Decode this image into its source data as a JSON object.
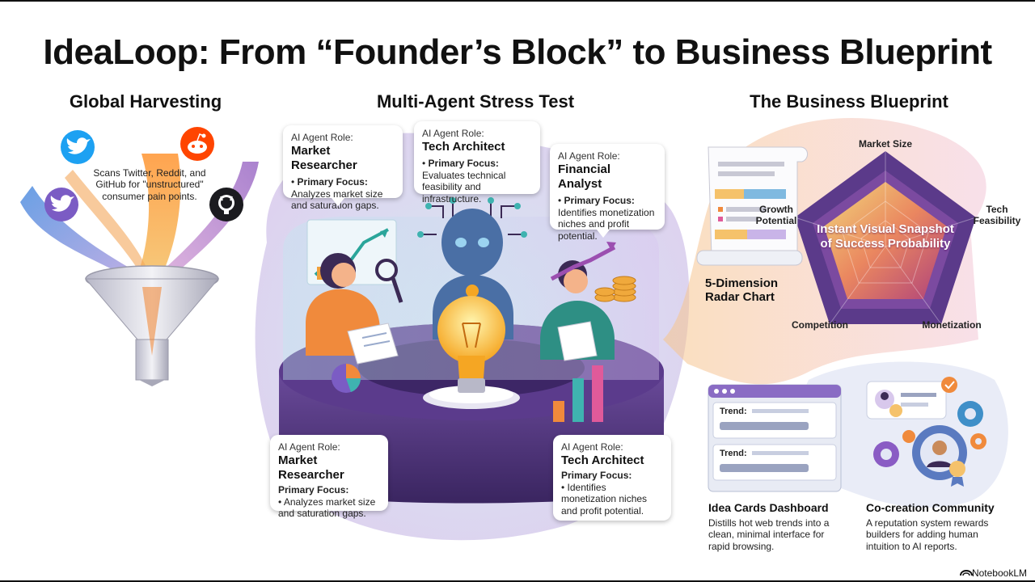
{
  "title": "IdeaLoop: From “Founder’s Block” to Business Blueprint",
  "columns": {
    "harvesting": "Global Harvesting",
    "stress_test": "Multi-Agent Stress Test",
    "blueprint": "The Business Blueprint"
  },
  "harvesting": {
    "text": "Scans Twitter, Reddit, and GitHub for \"unstructured\" consumer pain points.",
    "icons": [
      "twitter-icon",
      "reddit-icon",
      "twitter-icon",
      "github-icon",
      "funnel-icon"
    ]
  },
  "agent_cards": {
    "top_left": {
      "role": "AI Agent Role:",
      "name": "Market Researcher",
      "focus_label": "Primary Focus:",
      "focus": "Analyzes market size and saturation gaps."
    },
    "top_center": {
      "role": "AI Agent Role:",
      "name": "Tech Architect",
      "focus_label": "Primary Focus:",
      "focus": "Evaluates technical feasibility and infrastructure."
    },
    "top_right": {
      "role": "AI Agent Role:",
      "name": "Financial Analyst",
      "focus_label": "Primary Focus:",
      "focus": "Identifies monetization niches and profit potential."
    },
    "bottom_left": {
      "role": "AI Agent Role:",
      "name": "Market Researcher",
      "focus_label": "Primary Focus:",
      "focus": "Analyzes market size and saturation gaps."
    },
    "bottom_right": {
      "role": "AI Agent Role:",
      "name": "Tech Architect",
      "focus_label": "Primary Focus:",
      "focus": "Identifies monetization niches and profit potential."
    }
  },
  "radar": {
    "axes": [
      "Market Size",
      "Tech Feasibility",
      "Monetization",
      "Competition",
      "Growth Potential"
    ],
    "tech_line1": "Tech",
    "tech_line2": "Feasibility",
    "growth_line1": "Growth",
    "growth_line2": "Potential",
    "center_text": "Instant Visual Snapshot of Success Probability",
    "chart_label_1": "5-Dimension",
    "chart_label_2": "Radar Chart"
  },
  "dashboard": {
    "trend_label": "Trend:",
    "title": "Idea Cards Dashboard",
    "desc": "Distills hot web trends into a clean, minimal interface for rapid browsing."
  },
  "community": {
    "title": "Co-creation Community",
    "desc": "A reputation system rewards builders for adding human intuition to AI reports."
  },
  "footer": "NotebookLM",
  "colors": {
    "purple": "#7b5cc4",
    "orange": "#f08a3c",
    "teal": "#3fb3b0",
    "pink": "#e05a9a"
  }
}
